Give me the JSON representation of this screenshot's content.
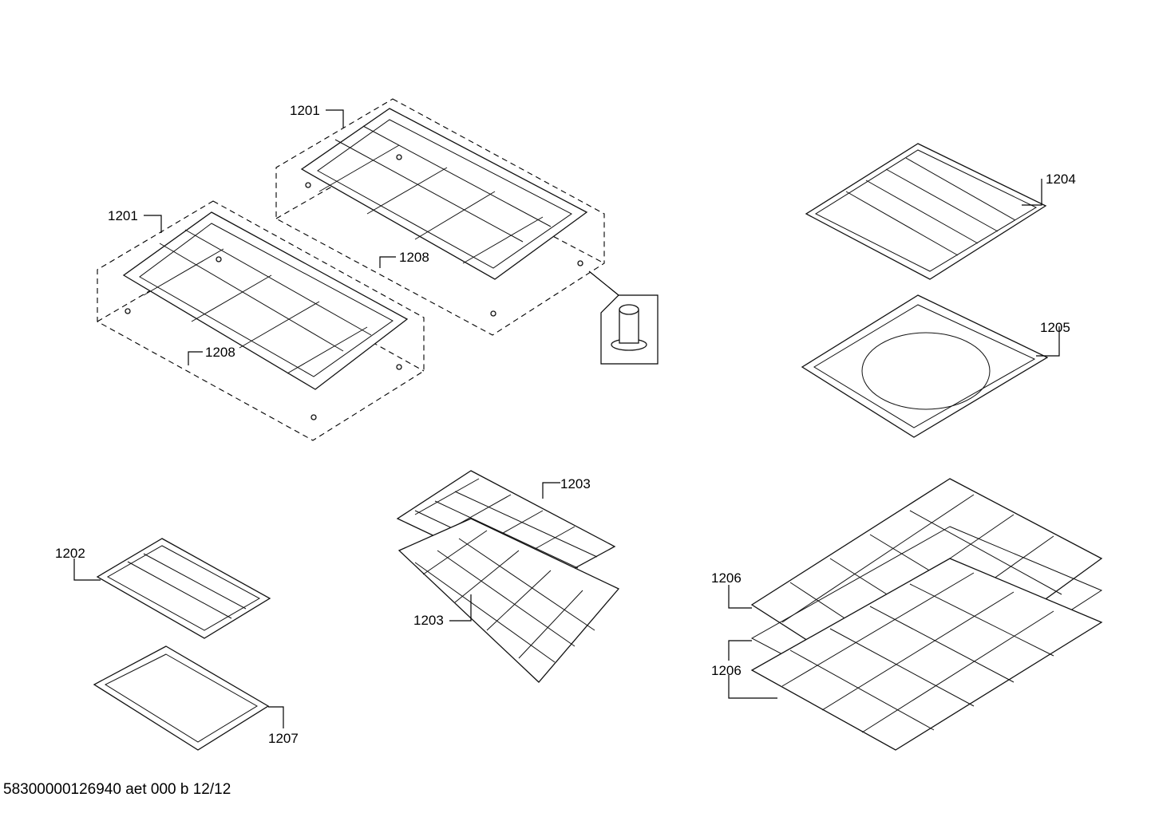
{
  "labels": {
    "grate_upper": "1201",
    "grate_lower": "1201",
    "foot_upper": "1208",
    "foot_lower": "1208",
    "broil_pan_insert": "1204",
    "broil_pan": "1205",
    "small_broil_insert": "1202",
    "small_broil_pan": "1207",
    "rack_upper": "1203",
    "rack_lower": "1203",
    "large_rack_upper": "1206",
    "large_rack_lower": "1206"
  },
  "footer": "58300000126940 aet 000 b 12/12"
}
